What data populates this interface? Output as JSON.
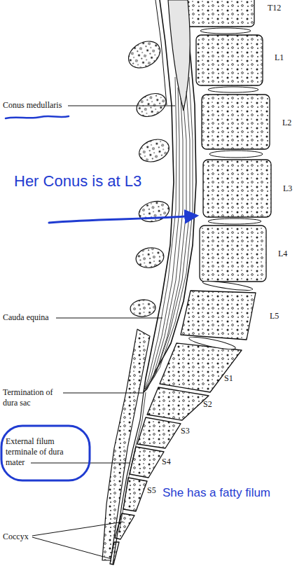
{
  "diagram": {
    "labels": [
      "T12",
      "Conus medullaris",
      "L1",
      "L2",
      "Her Conus is at L3",
      "L3",
      "L4",
      "Cauda equina",
      "L5",
      "S1",
      "Termination of dura sac",
      "S2",
      "S3",
      "External filum terminale of dura mater",
      "S4",
      "She has a fatty filum",
      "S5",
      "Coccyx"
    ]
  }
}
